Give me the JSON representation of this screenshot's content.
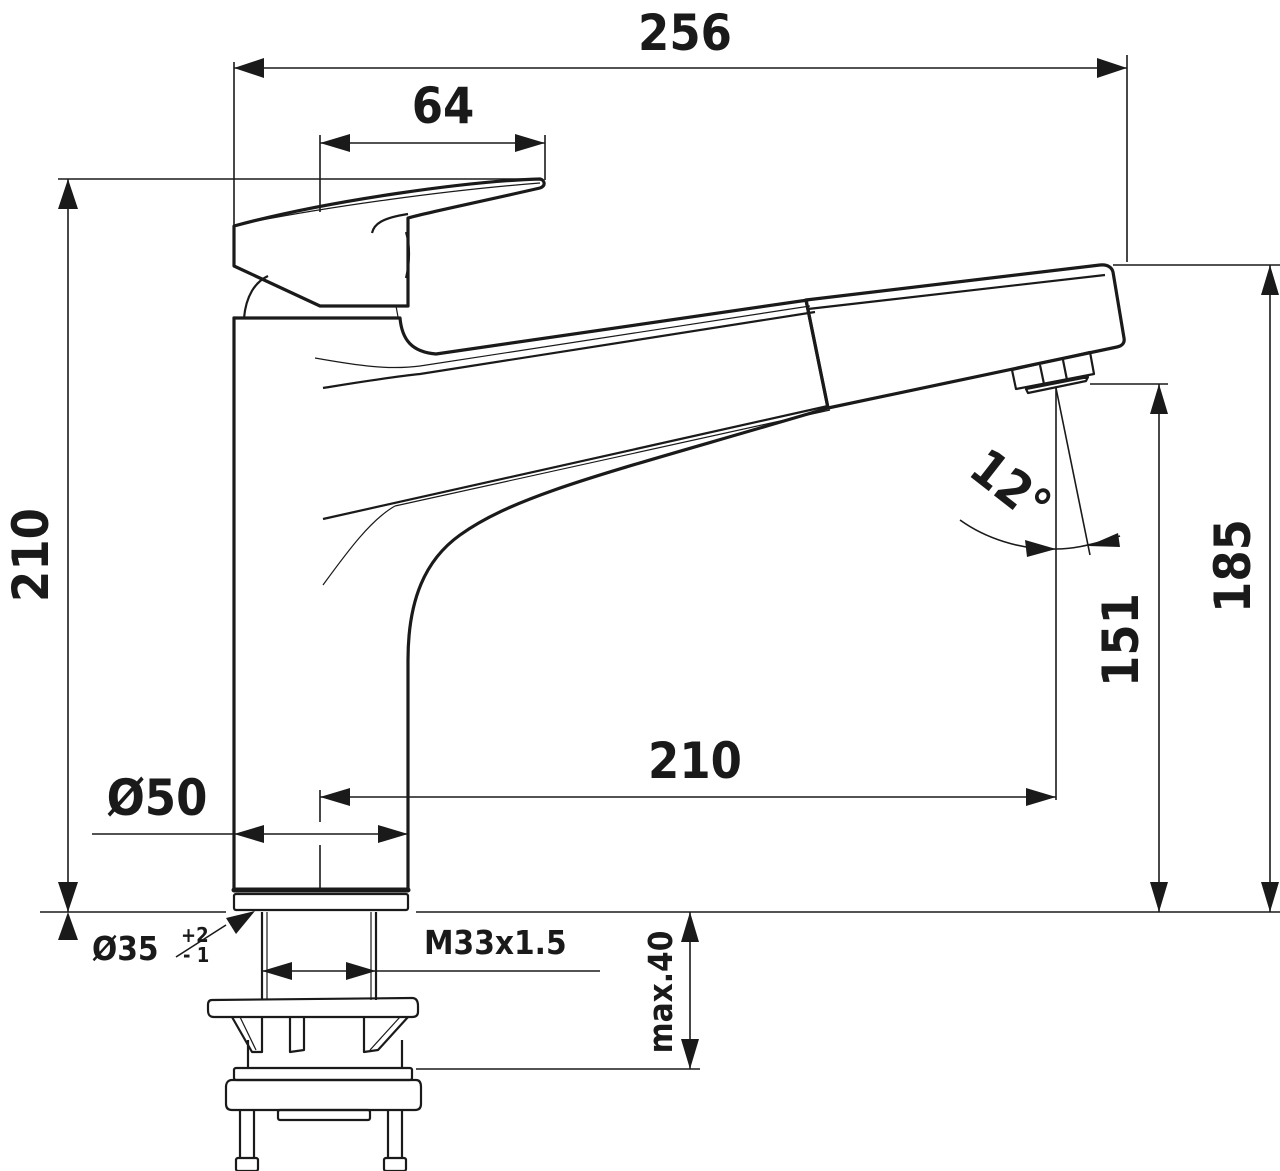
{
  "drawing": {
    "subject": "Kitchen faucet with pull-out spout — dimensional drawing",
    "units": "mm",
    "line_color": "#1a1a1a",
    "background": "#ffffff"
  },
  "dimensions": {
    "overall_length": "256",
    "lever_length": "64",
    "overall_height": "210",
    "spout_reach": "210",
    "spout_outlet_height": "151",
    "spout_top_height": "185",
    "spout_angle": "12°",
    "body_diameter": "Ø50",
    "hole_diameter": "Ø35",
    "hole_tol_plus": "+2",
    "hole_tol_minus": "- 1",
    "thread": "M33x1.5",
    "max_counter_thickness": "max.40"
  }
}
